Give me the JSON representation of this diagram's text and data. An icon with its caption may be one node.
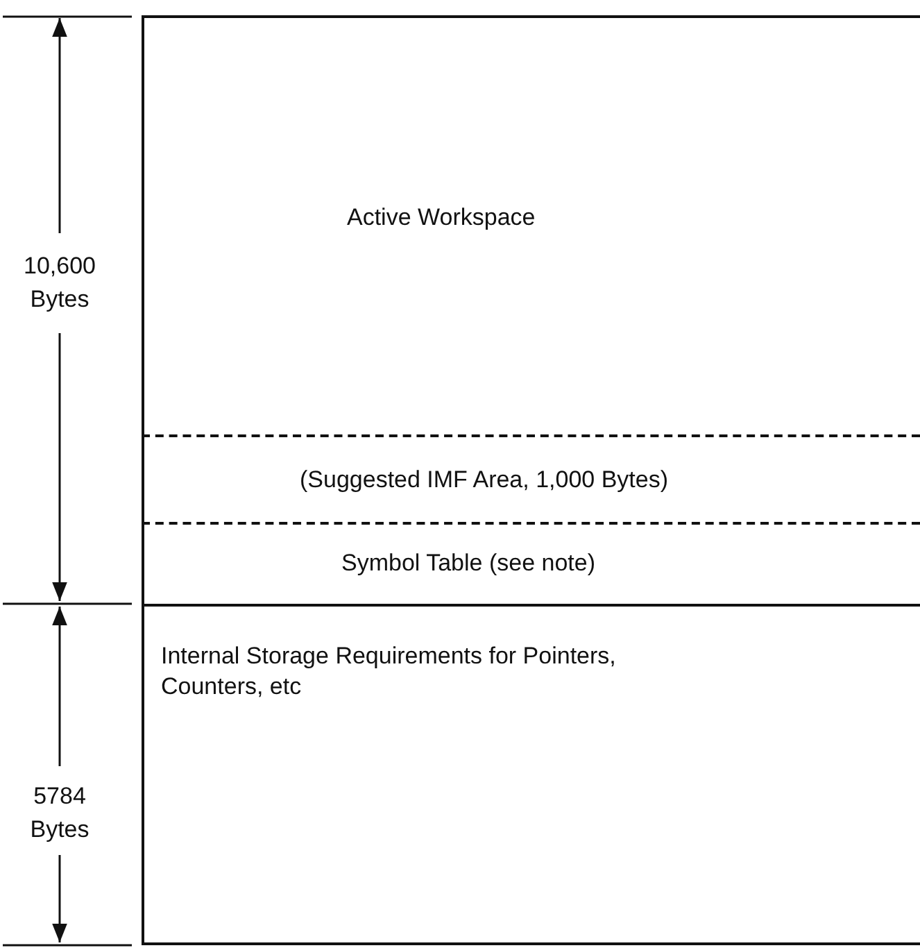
{
  "diagram": {
    "nodes": [
      {
        "text": [
          "Active Workspace"
        ]
      },
      {
        "text": [
          "(Suggested IMF Area, 1,000 Bytes)"
        ]
      },
      {
        "text": [
          "Symbol Table (see note)"
        ]
      },
      {
        "text": [
          "Internal Storage Requirements for Pointers, Counters, etc"
        ]
      }
    ],
    "labels": [
      "10,600 Bytes",
      "5784 Bytes"
    ]
  }
}
